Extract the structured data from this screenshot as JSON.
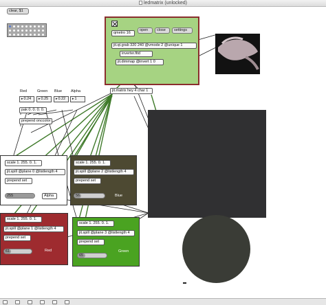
{
  "window": {
    "title": "ledmatrix (unlocked)"
  },
  "top": {
    "clear_msg": "clear, $1"
  },
  "camera_panel": {
    "qmetro": "qmetro 16",
    "open": "open",
    "close": "close",
    "settings": "settings",
    "grab": "jit.qt.grab 320 240 @vmode 2 @unique 1",
    "inverter": "inverter.fitd",
    "dimmap": "jit.dimmap @invert 1 0"
  },
  "hey_matrix": "jit.matrix hey 4 char 1",
  "rgb": {
    "labels": [
      "Red",
      "Green",
      "Blue",
      "Alpha"
    ],
    "values": [
      "0.24",
      "0.25",
      "0.22",
      "1"
    ],
    "pak": "pak 0. 0. 0. 0.",
    "prepend": "prepend onccolor"
  },
  "planes": [
    {
      "name": "Alpha",
      "scale": "scale 1. 255. 0. 1.",
      "spill": "jit.spill @plane 0 @listlength 4",
      "prepend": "prepend set",
      "value": "255",
      "fraction": 1.0,
      "color": "#ffffff"
    },
    {
      "name": "Blue",
      "scale": "scale 1. 255. 0. 1.",
      "spill": "jit.spill @plane 2 @listlength 4",
      "prepend": "prepend set",
      "value": "56",
      "fraction": 0.22,
      "color": "#4d4932"
    },
    {
      "name": "Red",
      "scale": "scale 1. 255. 0. 1.",
      "spill": "jit.spill @plane 1 @listlength 4",
      "prepend": "prepend set",
      "value": "61",
      "fraction": 0.24,
      "color": "#9e2b2f"
    },
    {
      "name": "Green",
      "scale": "scale 1. 255. 0. 1.",
      "spill": "jit.spill @plane 3 @listlength 4",
      "prepend": "prepend set",
      "value": "65",
      "fraction": 0.25,
      "color": "#4aa321"
    }
  ],
  "colors": {
    "camera_panel": "#a6d382",
    "wire_green": "#3f7a2a",
    "display": "#303032",
    "circle": "#3a3c36"
  },
  "status_icons": [
    "lock-icon",
    "edit-icon",
    "grid-icon",
    "present-icon",
    "image-icon",
    "info-icon"
  ]
}
